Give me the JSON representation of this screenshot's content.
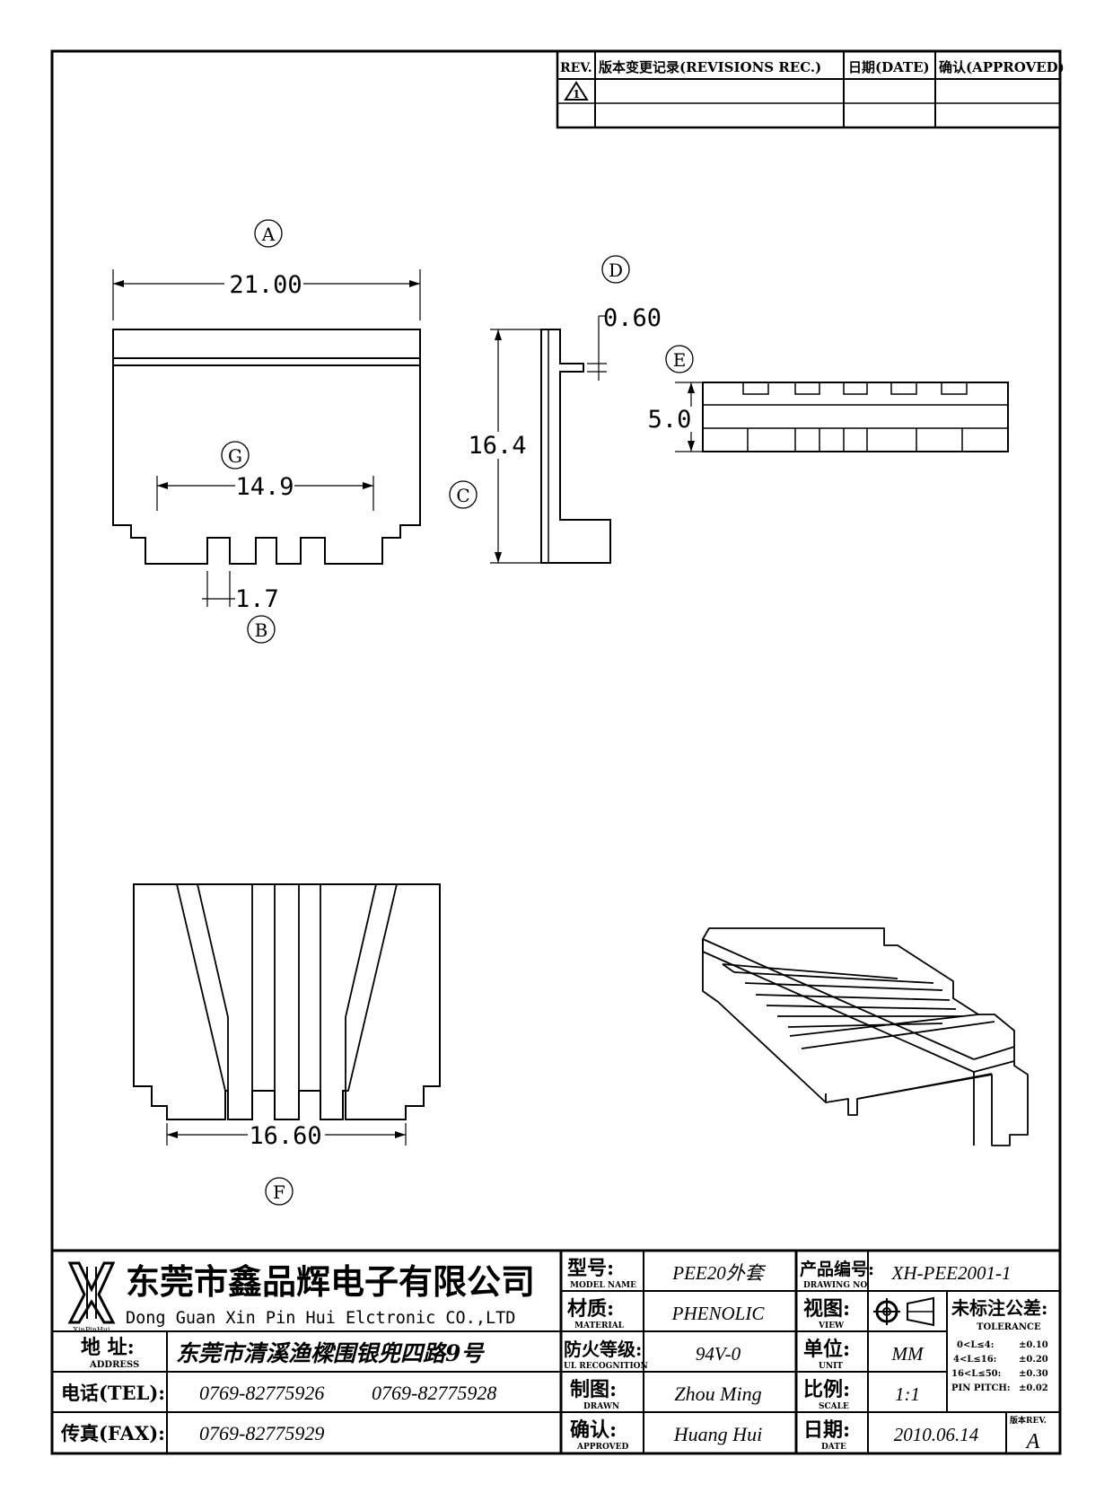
{
  "revision_table": {
    "headers": {
      "rev": "REV.",
      "record": "版本变更记录(REVISIONS REC.)",
      "date": "日期(DATE)",
      "approved": "确认(APPROVED)"
    },
    "rows": [
      {
        "rev": "1",
        "record": "",
        "date": "",
        "approved": ""
      },
      {
        "rev": "",
        "record": "",
        "date": "",
        "approved": ""
      }
    ]
  },
  "drawing": {
    "front_view": {
      "label_a": "A",
      "dim_a": "21.00",
      "label_g": "G",
      "dim_g": "14.9",
      "label_b": "B",
      "dim_b": "1.7"
    },
    "side_view": {
      "label_c": "C",
      "dim_c": "16.4",
      "label_d": "D",
      "dim_d": "0.60"
    },
    "top_view": {
      "label_e": "E",
      "dim_e": "5.0"
    },
    "bottom_view": {
      "label_f": "F",
      "dim_f": "16.60"
    }
  },
  "title_block": {
    "logo_text": "XinPinHui",
    "company_cn": "东莞市鑫品辉电子有限公司",
    "company_en": "Dong Guan Xin Pin Hui Elctronic CO.,LTD",
    "address_label_cn": "地 址:",
    "address_label_en": "ADDRESS",
    "address": "东莞市清溪渔樑围银兜四路9号",
    "tel_label": "电话(TEL):",
    "tel1": "0769-82775926",
    "tel2": "0769-82775928",
    "fax_label": "传真(FAX):",
    "fax": "0769-82775929",
    "model_label_cn": "型号:",
    "model_label_en": "MODEL NAME",
    "model": "PEE20外套",
    "material_label_cn": "材质:",
    "material_label_en": "MATERIAL",
    "material": "PHENOLIC",
    "fire_label_cn": "防火等级:",
    "fire_label_en": "UL RECOGNITION",
    "fire": "94V-0",
    "drawn_label_cn": "制图:",
    "drawn_label_en": "DRAWN",
    "drawn": "Zhou Ming",
    "approved_label_cn": "确认:",
    "approved_label_en": "APPROVED",
    "approved": "Huang Hui",
    "drawing_no_label_cn": "产品编号:",
    "drawing_no_label_en": "DRAWING NO.",
    "drawing_no": "XH-PEE2001-1",
    "view_label_cn": "视图:",
    "view_label_en": "VIEW",
    "unit_label_cn": "单位:",
    "unit_label_en": "UNIT",
    "unit": "MM",
    "scale_label_cn": "比例:",
    "scale_label_en": "SCALE",
    "scale": "1:1",
    "date_label_cn": "日期:",
    "date_label_en": "DATE",
    "date": "2010.06.14",
    "tolerance_title_cn": "未标注公差:",
    "tolerance_title_en": "TOLERANCE",
    "tolerances": [
      {
        "range": "0<L≤4:",
        "value": "±0.10"
      },
      {
        "range": "4<L≤16:",
        "value": "±0.20"
      },
      {
        "range": "16<L≤50:",
        "value": "±0.30"
      },
      {
        "range": "PIN PITCH:",
        "value": "±0.02"
      }
    ],
    "rev_label": "版本REV.",
    "rev": "A"
  }
}
